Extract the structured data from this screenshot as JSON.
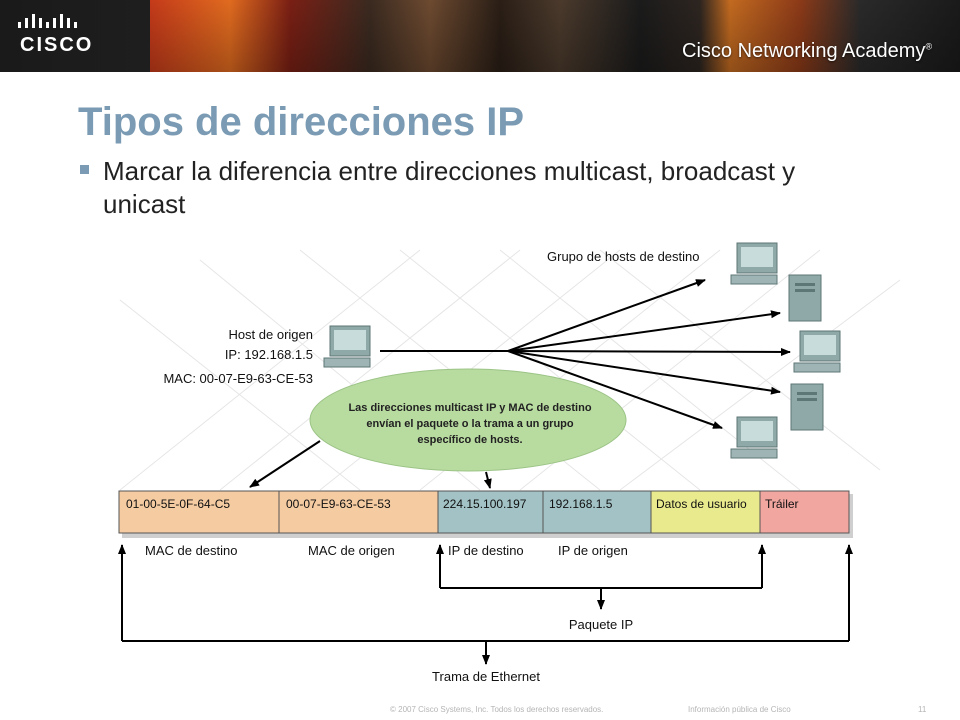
{
  "header": {
    "logo_text": "CISCO",
    "academy_text": "Cisco Networking Academy",
    "academy_mark": "®"
  },
  "slide": {
    "title": "Tipos de direcciones IP",
    "bullet": "Marcar la diferencia entre direcciones multicast, broadcast y unicast"
  },
  "diagram": {
    "group_label": "Grupo de hosts de destino",
    "source": {
      "line1": "Host de origen",
      "line2": "IP: 192.168.1.5",
      "line3": "MAC: 00-07-E9-63-CE-53"
    },
    "bubble": {
      "line1": "Las direcciones multicast IP y MAC de destino",
      "line2": "envían el paquete o la trama a un grupo",
      "line3": "específico de hosts."
    },
    "frame_cells": [
      {
        "text": "01-00-5E-0F-64-C5",
        "color": "#f5cba2"
      },
      {
        "text": "00-07-E9-63-CE-53",
        "color": "#f5cba2"
      },
      {
        "text": "224.15.100.197",
        "color": "#a2c2c5"
      },
      {
        "text": "192.168.1.5",
        "color": "#a2c2c5"
      },
      {
        "text": "Datos de usuario",
        "color": "#e9e98e"
      },
      {
        "text": "Tráiler",
        "color": "#f2a6a0"
      }
    ],
    "field_labels": {
      "mac_dest": "MAC de destino",
      "mac_src": "MAC de origen",
      "ip_dest": "IP de destino",
      "ip_src": "IP de origen"
    },
    "packet_label": "Paquete IP",
    "frame_label": "Trama de Ethernet"
  },
  "footer": {
    "copyright": "© 2007 Cisco Systems, Inc. Todos los derechos reservados.",
    "classification": "Información pública de Cisco",
    "page_number": "11"
  },
  "colors": {
    "title": "#7a9bb3",
    "bubble": "#b8dba0"
  }
}
